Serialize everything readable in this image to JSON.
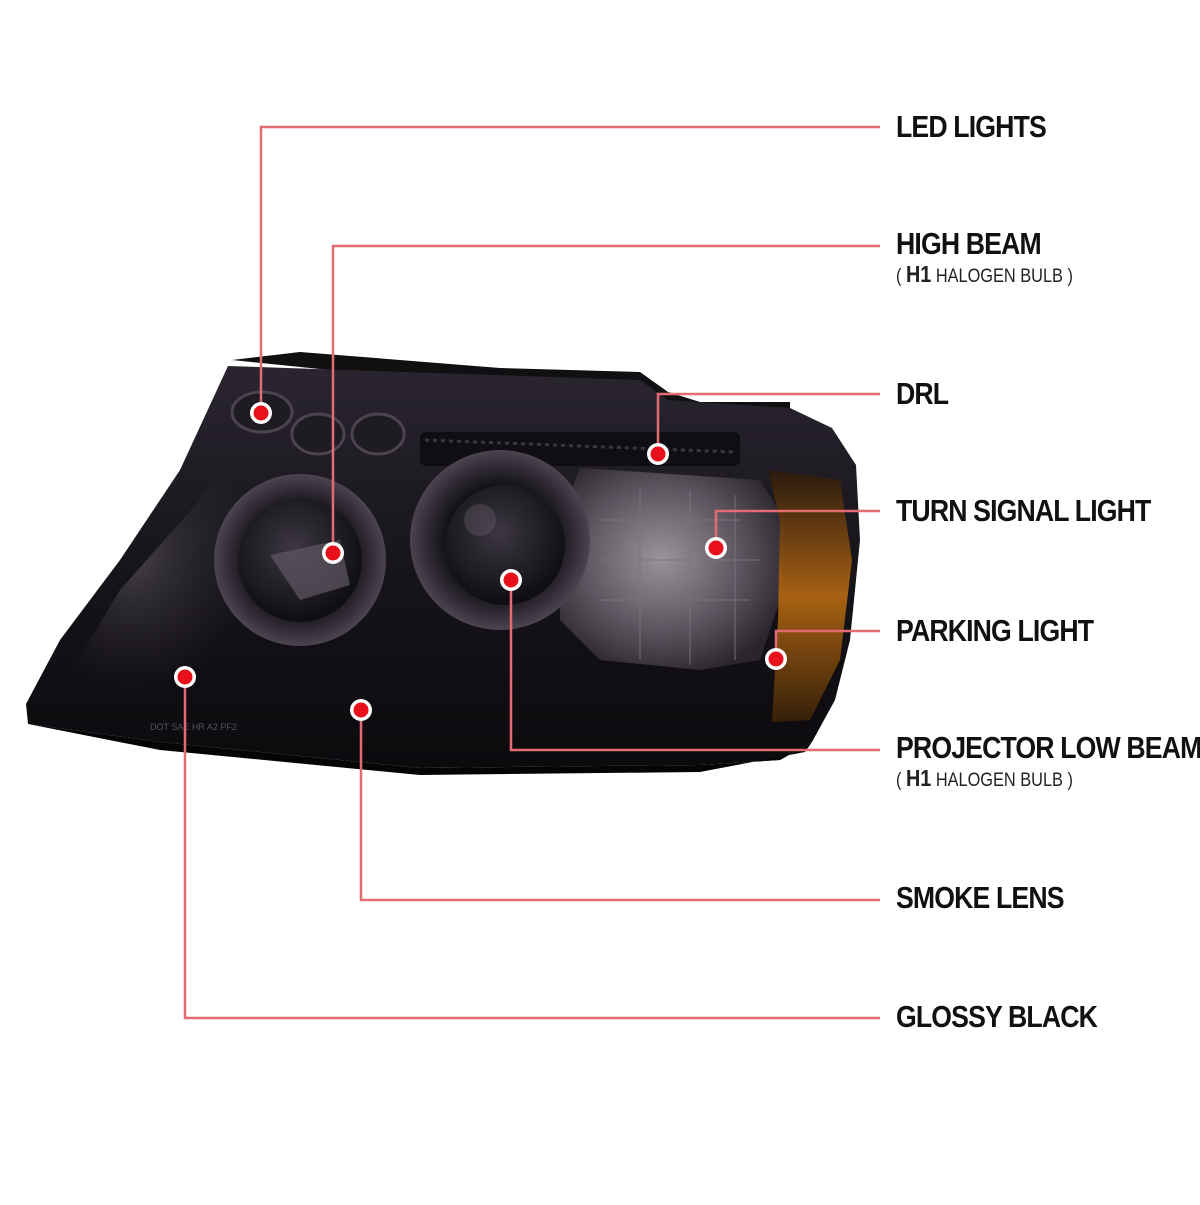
{
  "colors": {
    "leader_line": "#e36c72",
    "dot_fill": "#e8101b",
    "housing": "#17141a",
    "smoke_lens": "#3a333c",
    "amber": "#b86a12"
  },
  "product": {
    "image_name": "smoke-lens-projector-headlight",
    "lens_stamp": "DOT SAE HR A2 PF2"
  },
  "callouts": [
    {
      "id": "led-lights",
      "label": "LED LIGHTS"
    },
    {
      "id": "high-beam",
      "label": "HIGH BEAM",
      "sub_prefix": "( ",
      "sub_code": "H1",
      "sub_text": " HALOGEN BULB )"
    },
    {
      "id": "drl",
      "label": "DRL"
    },
    {
      "id": "turn-signal-light",
      "label": "TURN SIGNAL LIGHT"
    },
    {
      "id": "parking-light",
      "label": "PARKING LIGHT"
    },
    {
      "id": "projector-low-beam",
      "label": "PROJECTOR LOW BEAM",
      "sub_prefix": "( ",
      "sub_code": "H1",
      "sub_text": " HALOGEN BULB )"
    },
    {
      "id": "smoke-lens",
      "label": "SMOKE LENS"
    },
    {
      "id": "glossy-black",
      "label": "GLOSSY BLACK"
    }
  ]
}
